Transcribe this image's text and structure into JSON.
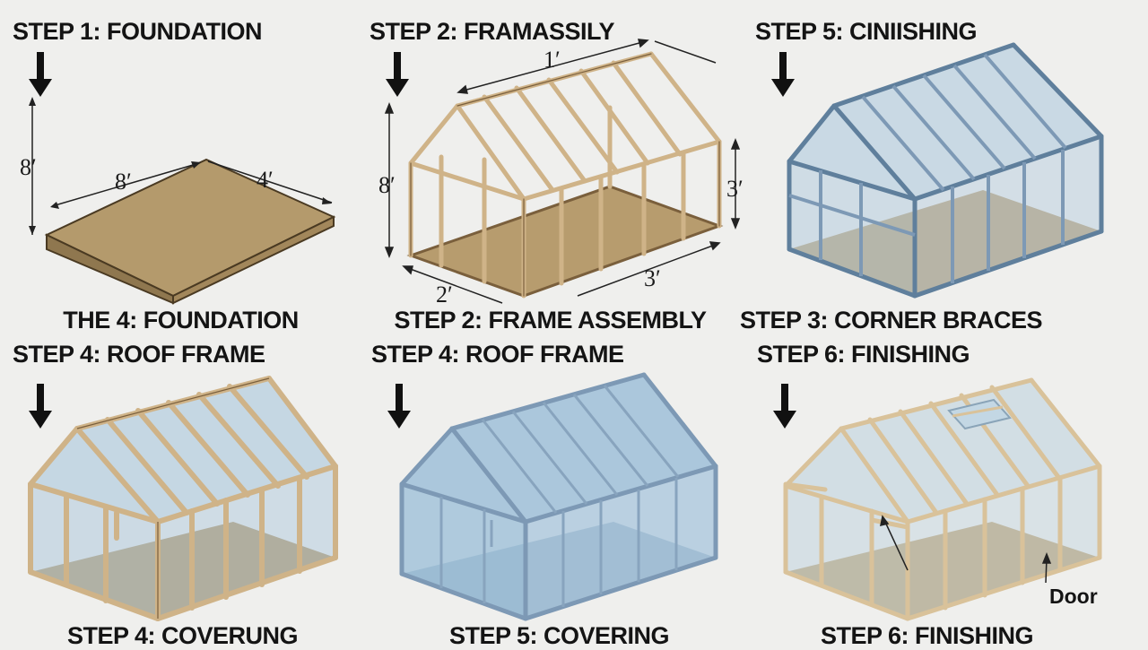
{
  "panels": [
    {
      "heading": "STEP 1: FOUNDATION",
      "caption": "THE 4: FOUNDATION",
      "dimensions": {
        "height": "8′",
        "length": "8′",
        "width": "4′"
      }
    },
    {
      "heading": "STEP 2: FRAMASSILY",
      "caption": "STEP 2: FRAME ASSEMBLY",
      "dimensions": {
        "top": "1′",
        "height": "8′",
        "right": "3′",
        "front_left": "2′",
        "front_right": "3′"
      }
    },
    {
      "heading": "STEP 5: CINIISHING",
      "caption": "STEP 3: CORNER BRACES"
    },
    {
      "heading": "STEP 4: ROOF FRAME",
      "caption": "STEP 4: COVERUNG"
    },
    {
      "heading": "STEP 4: ROOF FRAME",
      "caption": "STEP 5: COVERING"
    },
    {
      "heading": "STEP 6: FINISHING",
      "caption": "STEP 6: FINISHING",
      "callout": "Door"
    }
  ],
  "colors": {
    "background": "#efefed",
    "wood": "#cfb388",
    "wood_edge": "#7a5f3c",
    "foundation": "#b49a6c",
    "floor": "#b79c6e",
    "glass": "#9fc0d8",
    "blue_frame": "#7d99b5",
    "text": "#141414"
  }
}
